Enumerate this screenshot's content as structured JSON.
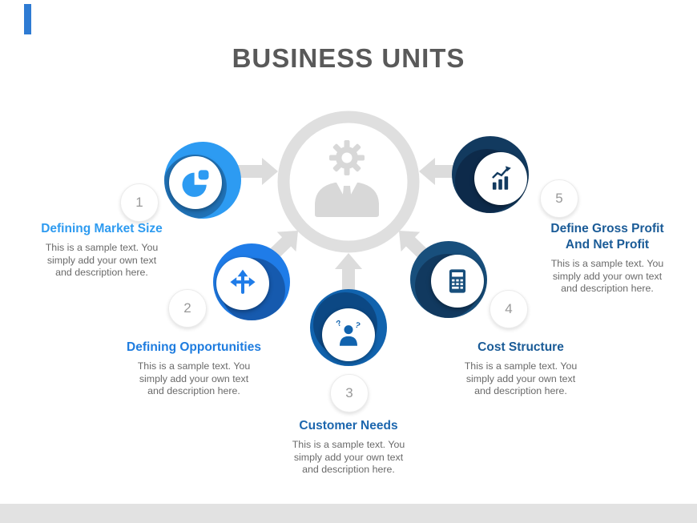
{
  "slide": {
    "title": "BUSINESS UNITS",
    "accent_bar_color": "#2e7bd3",
    "footer_bar_color": "#e2e2e2",
    "center": {
      "icon": "manager-gear-icon",
      "color": "#d8d8d8",
      "arrow_color": "#dcdcdc"
    }
  },
  "items": [
    {
      "number": "1",
      "heading": "Defining Market Size",
      "body_lines": [
        "This is a sample text. You",
        "simply add your own text",
        "and description here."
      ],
      "icon": "pie-chart-icon",
      "color": "#2d9bf2",
      "heading_color": "#2e9bf0"
    },
    {
      "number": "2",
      "heading": "Defining Opportunities",
      "body_lines": [
        "This is a sample text. You",
        "simply add your own text",
        "and description here."
      ],
      "icon": "directions-arrows-icon",
      "color": "#1f7ce8",
      "heading_color": "#1e7cdf"
    },
    {
      "number": "3",
      "heading": "Customer Needs",
      "body_lines": [
        "This is a sample text. You",
        "simply add your own text",
        "and description here."
      ],
      "icon": "customer-thinking-icon",
      "color": "#1163ae",
      "heading_color": "#1c66ae"
    },
    {
      "number": "4",
      "heading": "Cost Structure",
      "body_lines": [
        "This is a sample text. You",
        "simply add your own text",
        "and description here."
      ],
      "icon": "calculator-icon",
      "color": "#184f7c",
      "heading_color": "#1a5b97"
    },
    {
      "number": "5",
      "heading": "Define Gross Profit And Net Profit",
      "body_lines": [
        "This is a sample text. You",
        "simply add your own text",
        "and description here."
      ],
      "icon": "bar-growth-icon",
      "color": "#123a5f",
      "heading_color": "#1a5b97"
    }
  ]
}
